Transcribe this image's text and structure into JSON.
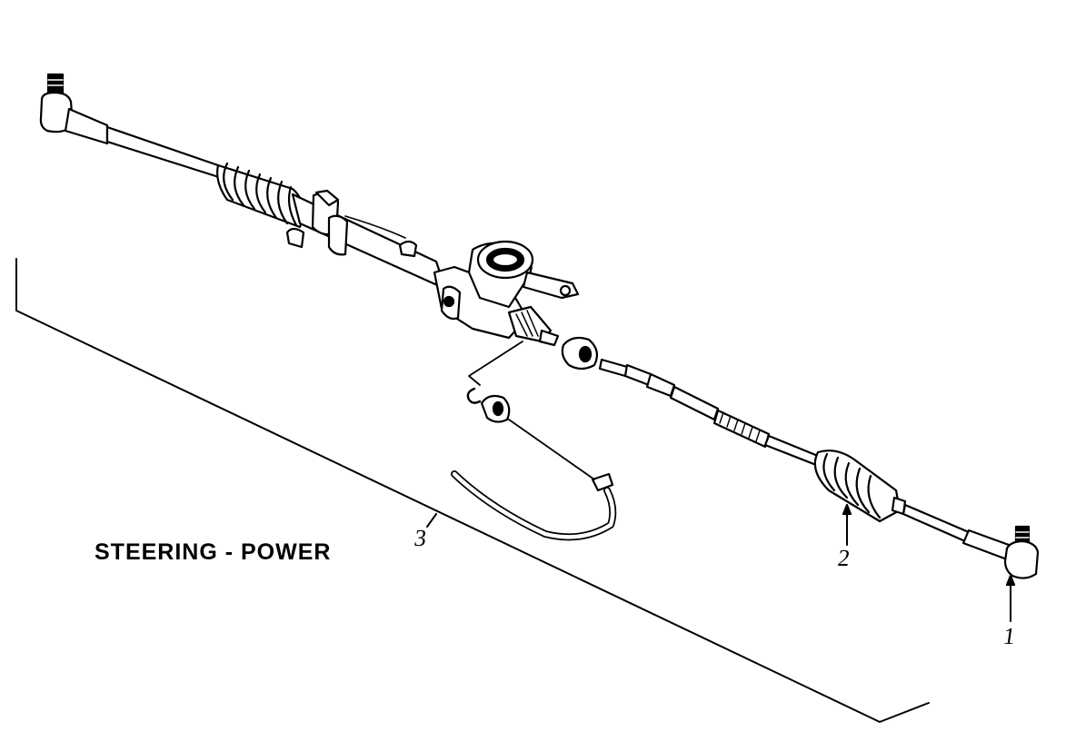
{
  "diagram": {
    "title": "STEERING - POWER",
    "callouts": [
      {
        "id": "1",
        "label": "1"
      },
      {
        "id": "2",
        "label": "2"
      },
      {
        "id": "3",
        "label": "3"
      }
    ],
    "colors": {
      "line": "#000000",
      "fill": "#ffffff"
    }
  }
}
